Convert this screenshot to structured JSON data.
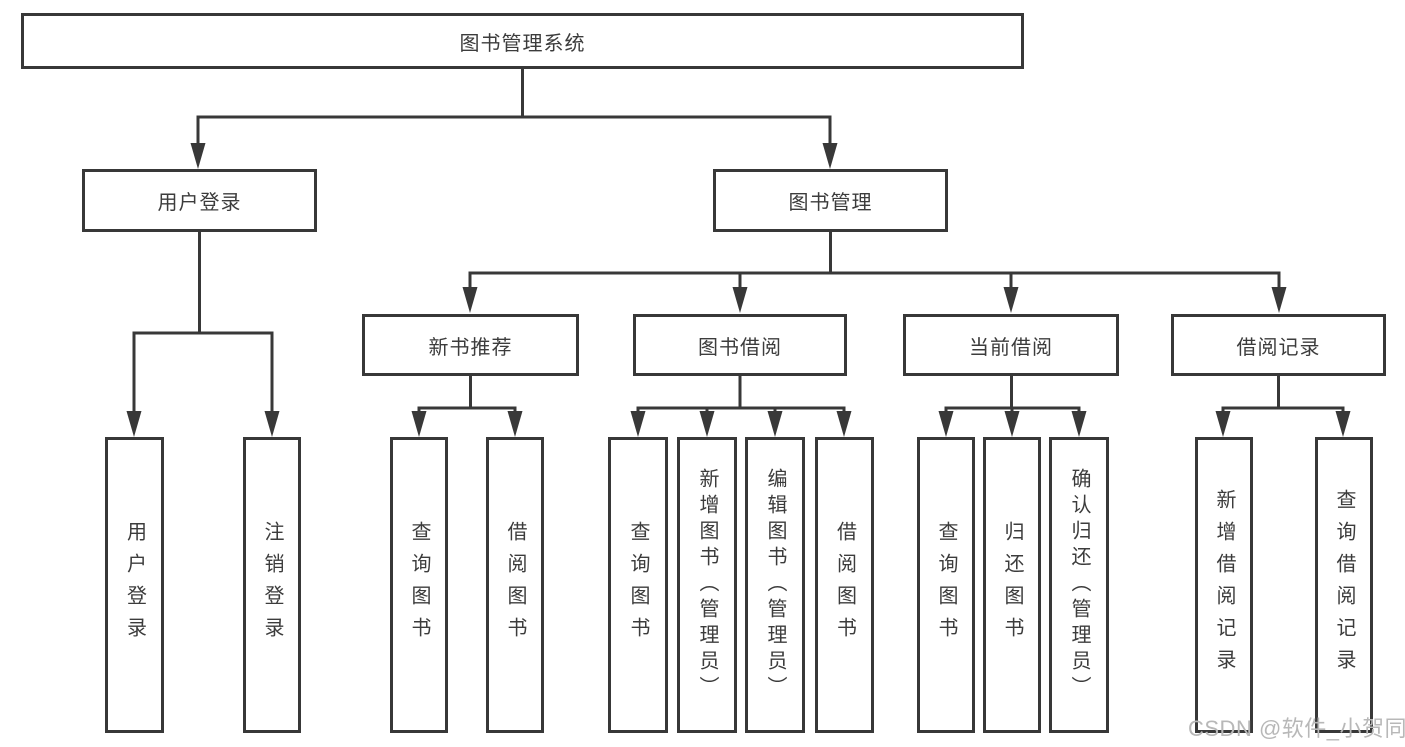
{
  "colors": {
    "line": "#383838",
    "text": "#3c3c3c",
    "box_bg": "#ffffff",
    "watermark": "#b8b8b8"
  },
  "diagram": {
    "root": "图书管理系统",
    "level2": {
      "user_login": "用户登录",
      "book_mgmt": "图书管理"
    },
    "level3": {
      "new_books": "新书推荐",
      "borrow": "图书借阅",
      "current": "当前借阅",
      "records": "借阅记录"
    },
    "leaves": {
      "user_login": [
        "用户登录",
        "注销登录"
      ],
      "new_books": [
        "查询图书",
        "借阅图书"
      ],
      "borrow": [
        "查询图书",
        "新增图书（管理员）",
        "编辑图书（管理员）",
        "借阅图书"
      ],
      "current": [
        "查询图书",
        "归还图书",
        "确认归还（管理员）"
      ],
      "records": [
        "新增借阅记录",
        "查询借阅记录"
      ]
    }
  },
  "watermark": "CSDN @软件_小贺同学"
}
